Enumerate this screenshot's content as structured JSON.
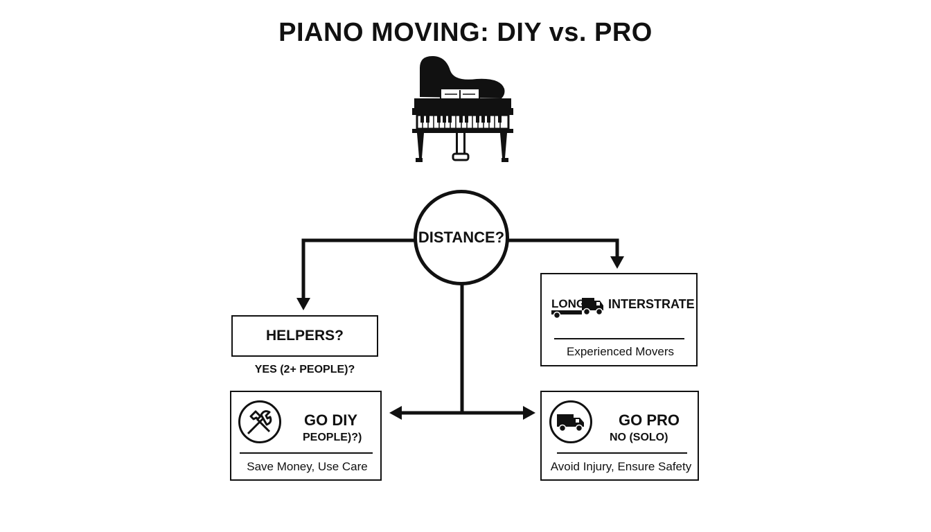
{
  "title": "PIANO MOVING: DIY vs. PRO",
  "decision": {
    "label": "DISTANCE?"
  },
  "helpers": {
    "label": "HELPERS?",
    "answer": "YES (2+ PEOPLE)?"
  },
  "long_distance": {
    "label": "LONG",
    "type": "INTERSTRATE",
    "description": "Experienced Movers",
    "icon": "truck-icon"
  },
  "diy": {
    "title": "GO DIY",
    "subtitle": "PEOPLE)?)",
    "description": "Save Money, Use Care",
    "icon": "tools-icon"
  },
  "pro": {
    "title": "GO PRO",
    "subtitle": "NO (SOLO)",
    "description": "Avoid Injury, Ensure Safety",
    "icon": "truck-icon"
  },
  "header_icon": "grand-piano-icon",
  "colors": {
    "ink": "#111111",
    "background": "#ffffff"
  }
}
